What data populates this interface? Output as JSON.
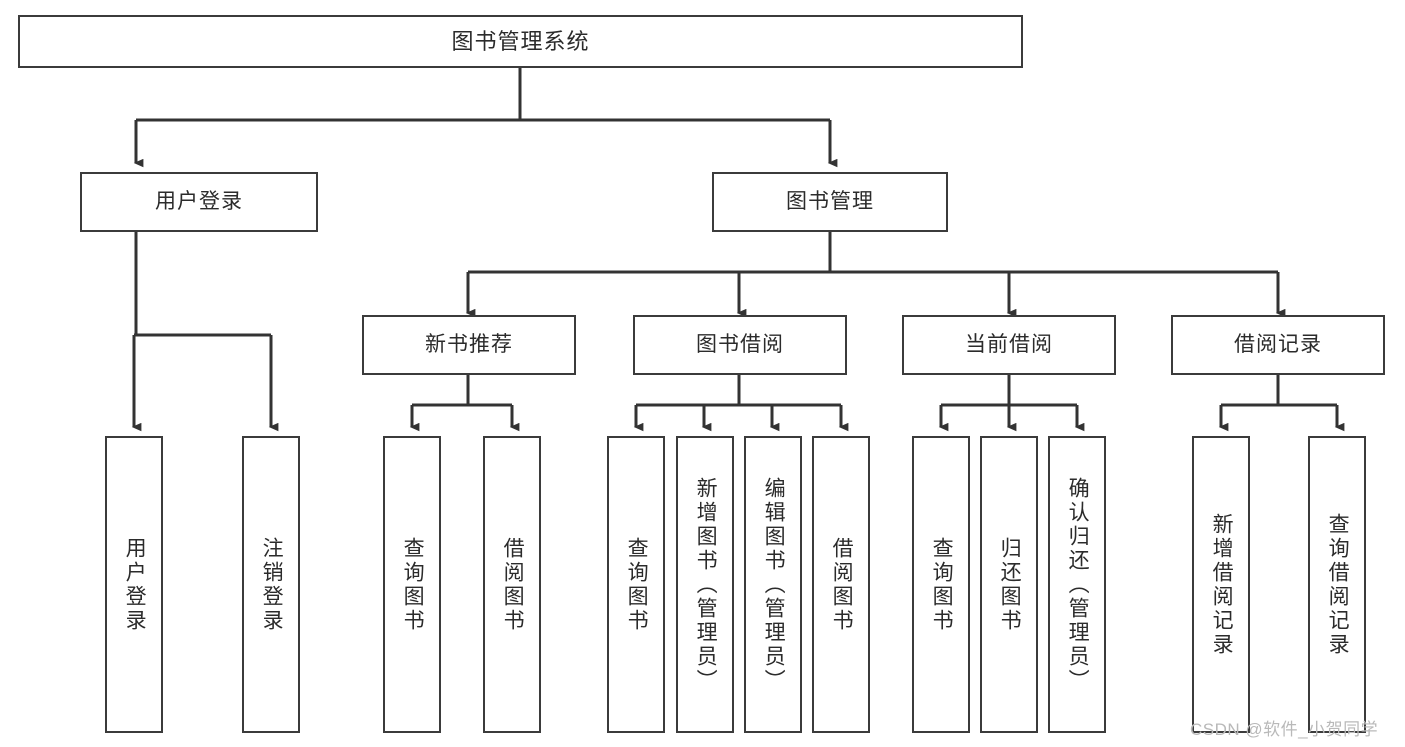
{
  "diagram": {
    "title": "图书管理系统",
    "watermark": "CSDN @软件_小贺同学",
    "colors": {
      "box_border": "#3b3b3b",
      "text": "#2b2b2b",
      "connector": "#333333",
      "background": "#ffffff",
      "watermark": "#b9b9b9"
    },
    "root": {
      "label": "图书管理系统"
    },
    "level2": [
      {
        "label": "用户登录"
      },
      {
        "label": "图书管理"
      }
    ],
    "level3": [
      {
        "label": "新书推荐"
      },
      {
        "label": "图书借阅"
      },
      {
        "label": "当前借阅"
      },
      {
        "label": "借阅记录"
      }
    ],
    "leaves": [
      {
        "label": "用户登录"
      },
      {
        "label": "注销登录"
      },
      {
        "label": "查询图书"
      },
      {
        "label": "借阅图书"
      },
      {
        "label": "查询图书"
      },
      {
        "label": "新增图书（管理员）"
      },
      {
        "label": "编辑图书（管理员）"
      },
      {
        "label": "借阅图书"
      },
      {
        "label": "查询图书"
      },
      {
        "label": "归还图书"
      },
      {
        "label": "确认归还（管理员）"
      },
      {
        "label": "新增借阅记录"
      },
      {
        "label": "查询借阅记录"
      }
    ]
  }
}
